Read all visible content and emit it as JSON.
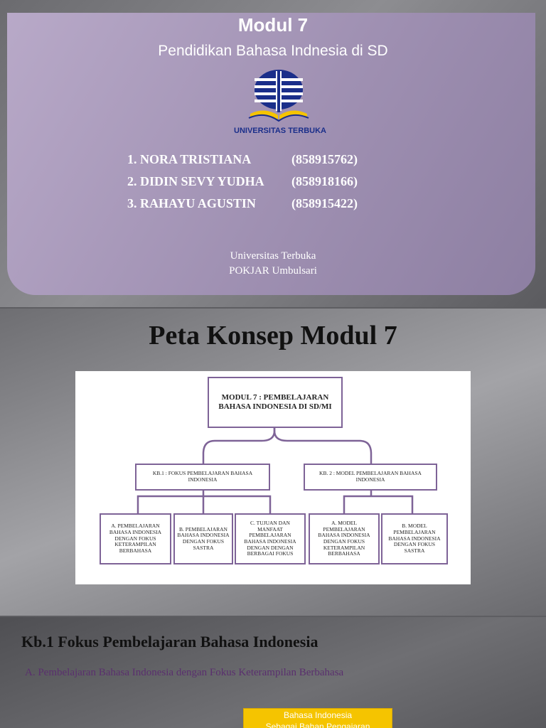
{
  "slide1": {
    "title": "Modul 7",
    "subtitle": "Pendidikan Bahasa Indnesia di SD",
    "logo_text": "UNIVERSITAS TERBUKA",
    "members": [
      {
        "name": "1. NORA TRISTIANA",
        "id": "(858915762)"
      },
      {
        "name": "2. DIDIN SEVY YUDHA",
        "id": "(858918166)"
      },
      {
        "name": "3. RAHAYU AGUSTIN",
        "id": "(858915422)"
      }
    ],
    "org_line1": "Universitas Terbuka",
    "org_line2": "POKJAR Umbulsari",
    "colors": {
      "card": "#a597b8",
      "logo_blue": "#1a2e8a",
      "logo_yellow": "#f5c400"
    }
  },
  "slide2": {
    "title": "Peta Konsep Modul 7",
    "concept_map": {
      "root": "MODUL 7 : PEMBELAJARAN BAHASA INDONESIA DI SD/MI",
      "kb1": "KB.1 : FOKUS PEMBELAJARAN BAHASA INDONESIA",
      "kb2": "KB. 2 : MODEL PEMBELAJARAN BAHASA INDONESIA",
      "kb1_children": [
        "A. PEMBELAJARAN BAHASA INDONESIA DENGAN FOKUS KETERAMPILAN BERBAHASA",
        "B. PEMBELAJARAN BAHASA INDONESIA DENGAN FOKUS SASTRA",
        "C. TUJUAN DAN MANFAAT PEMBELAJARAN BAHASA INDONESIA DENGAN DENGAN BERBAGAI FOKUS"
      ],
      "kb2_children": [
        "A. MODEL PEMBELAJARAN BAHASA INDONESIA DENGAN FOKUS KETERAMPILAN BERBAHASA",
        "B. MODEL PEMBELAJARAN BAHASA INDONESIA DENGAN FOKUS SASTRA"
      ],
      "border_color": "#7e6397"
    }
  },
  "slide3": {
    "title": "Kb.1 Fokus Pembelajaran Bahasa Indonesia",
    "subtitle": "A. Pembelajaran Bahasa Indonesia dengan Fokus Keterampilan Berbahasa",
    "box_line1": "Bahasa Indonesia",
    "box_line2": "Sebagai Bahan Pengajaran"
  }
}
